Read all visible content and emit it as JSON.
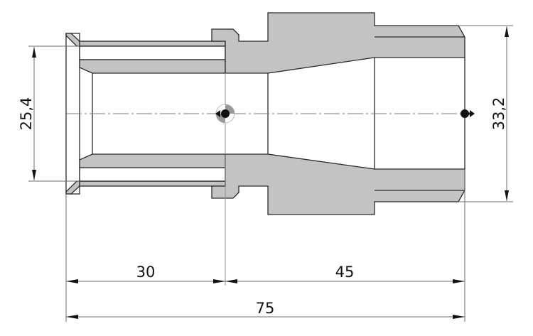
{
  "drawing": {
    "type": "technical-section-drawing",
    "subject": "pipe fitting adapter (cross-section)",
    "colors": {
      "section_fill": "#c3c3c3",
      "outline": "#2a2a2a",
      "dimension_line": "#6e6e6e",
      "center_line": "#7a7a7a",
      "background": "#ffffff"
    }
  },
  "dimensions": {
    "left_diameter": {
      "label": "25,4",
      "orientation": "vertical"
    },
    "right_diameter": {
      "label": "33,2",
      "orientation": "vertical"
    },
    "left_length": {
      "label": "30",
      "orientation": "horizontal"
    },
    "right_length": {
      "label": "45",
      "orientation": "horizontal"
    },
    "total_length": {
      "label": "75",
      "orientation": "horizontal"
    }
  },
  "markers": {
    "center_marker_left": "center-of-gravity-symbol",
    "center_marker_right": "end-point-symbol"
  }
}
